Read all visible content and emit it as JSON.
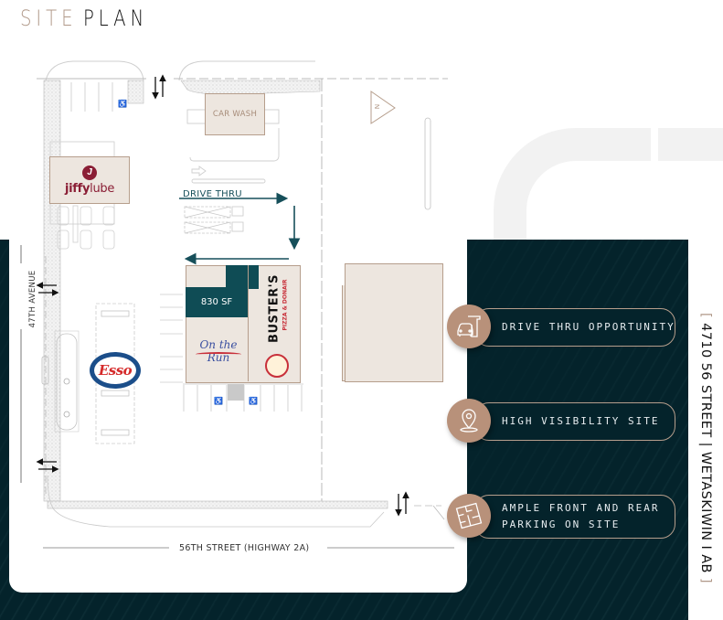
{
  "header": {
    "title_part1": "SITE",
    "title_part2": "PLAN"
  },
  "site_plan": {
    "tenants": {
      "car_wash": "CAR WASH",
      "jiffy_lube": {
        "mark": "J",
        "brand_bold": "jiffy",
        "brand_light": "lube"
      },
      "available_unit": "830 SF",
      "on_the_run": "On the Run",
      "busters": {
        "name": "BUSTER'S",
        "tagline": "PIZZA & DONAIR"
      },
      "esso": "Esso"
    },
    "labels": {
      "drive_thru": "DRIVE THRU",
      "street_south": "56TH STREET (HIGHWAY 2A)",
      "street_west": "47TH AVENUE",
      "north": "N"
    }
  },
  "features": [
    {
      "label": "DRIVE THRU OPPORTUNITY",
      "icon": "drive-thru-icon"
    },
    {
      "label": "HIGH VISIBILITY SITE",
      "icon": "map-pin-icon"
    },
    {
      "label_line1": "AMPLE FRONT AND REAR",
      "label_line2": "PARKING ON SITE",
      "icon": "floor-plan-icon"
    }
  ],
  "address": {
    "open_bracket": "[",
    "text": "4710 56 STREET | WETASKIWIN I AB",
    "close_bracket": "]"
  },
  "colors": {
    "dark_panel": "#04232b",
    "accent_tan": "#b8917a",
    "unit_teal": "#0f4c55",
    "building_fill": "#ede6df"
  }
}
